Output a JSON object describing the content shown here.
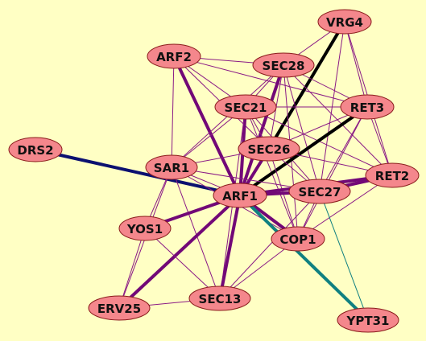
{
  "colors": {
    "background": "#ffffc4",
    "node_fill": "#f4878c",
    "node_stroke": "#8a1b1b",
    "edge_thin": "#8a1a85",
    "edge_thick": "#720877",
    "edge_black": "#000000",
    "edge_navy": "#0b1070",
    "edge_teal": "#108080"
  },
  "nodes": [
    {
      "id": "VRG4",
      "label": "VRG4"
    },
    {
      "id": "ARF2",
      "label": "ARF2"
    },
    {
      "id": "SEC28",
      "label": "SEC28"
    },
    {
      "id": "SEC21",
      "label": "SEC21"
    },
    {
      "id": "RET3",
      "label": "RET3"
    },
    {
      "id": "SEC26",
      "label": "SEC26"
    },
    {
      "id": "DRS2",
      "label": "DRS2"
    },
    {
      "id": "SAR1",
      "label": "SAR1"
    },
    {
      "id": "RET2",
      "label": "RET2"
    },
    {
      "id": "SEC27",
      "label": "SEC27"
    },
    {
      "id": "ARF1",
      "label": "ARF1"
    },
    {
      "id": "YOS1",
      "label": "YOS1"
    },
    {
      "id": "COP1",
      "label": "COP1"
    },
    {
      "id": "SEC13",
      "label": "SEC13"
    },
    {
      "id": "ERV25",
      "label": "ERV25"
    },
    {
      "id": "YPT31",
      "label": "YPT31"
    }
  ],
  "edges": [
    {
      "from": "ARF2",
      "to": "SEC28",
      "style": "thin"
    },
    {
      "from": "ARF2",
      "to": "SEC21",
      "style": "thin"
    },
    {
      "from": "ARF2",
      "to": "SAR1",
      "style": "thin"
    },
    {
      "from": "ARF2",
      "to": "ARF1",
      "style": "thick"
    },
    {
      "from": "ARF2",
      "to": "SEC26",
      "style": "thin"
    },
    {
      "from": "ARF2",
      "to": "RET3",
      "style": "thin"
    },
    {
      "from": "VRG4",
      "to": "SEC28",
      "style": "thin"
    },
    {
      "from": "VRG4",
      "to": "RET3",
      "style": "thin"
    },
    {
      "from": "VRG4",
      "to": "SEC26",
      "style": "black"
    },
    {
      "from": "VRG4",
      "to": "SEC27",
      "style": "thin"
    },
    {
      "from": "VRG4",
      "to": "RET2",
      "style": "thin"
    },
    {
      "from": "SEC28",
      "to": "SEC21",
      "style": "thin"
    },
    {
      "from": "SEC28",
      "to": "RET3",
      "style": "thin"
    },
    {
      "from": "SEC28",
      "to": "SEC26",
      "style": "thin"
    },
    {
      "from": "SEC28",
      "to": "ARF1",
      "style": "thick"
    },
    {
      "from": "SEC28",
      "to": "SEC27",
      "style": "thin"
    },
    {
      "from": "SEC28",
      "to": "RET2",
      "style": "thin"
    },
    {
      "from": "SEC28",
      "to": "SAR1",
      "style": "thin"
    },
    {
      "from": "SEC28",
      "to": "COP1",
      "style": "thin"
    },
    {
      "from": "SEC21",
      "to": "RET3",
      "style": "thin"
    },
    {
      "from": "SEC21",
      "to": "SEC26",
      "style": "thin"
    },
    {
      "from": "SEC21",
      "to": "ARF1",
      "style": "thick"
    },
    {
      "from": "SEC21",
      "to": "SEC27",
      "style": "thin"
    },
    {
      "from": "SEC21",
      "to": "RET2",
      "style": "thin"
    },
    {
      "from": "SEC21",
      "to": "COP1",
      "style": "thin"
    },
    {
      "from": "SEC21",
      "to": "SAR1",
      "style": "thin"
    },
    {
      "from": "SEC21",
      "to": "SEC13",
      "style": "thin"
    },
    {
      "from": "RET3",
      "to": "SEC26",
      "style": "thin"
    },
    {
      "from": "RET3",
      "to": "ARF1",
      "style": "black"
    },
    {
      "from": "RET3",
      "to": "SEC27",
      "style": "thin"
    },
    {
      "from": "RET3",
      "to": "RET2",
      "style": "thin"
    },
    {
      "from": "RET3",
      "to": "COP1",
      "style": "thin"
    },
    {
      "from": "SEC26",
      "to": "ARF1",
      "style": "thick"
    },
    {
      "from": "SEC26",
      "to": "SEC27",
      "style": "thin"
    },
    {
      "from": "SEC26",
      "to": "RET2",
      "style": "thin"
    },
    {
      "from": "SEC26",
      "to": "COP1",
      "style": "thin"
    },
    {
      "from": "SEC26",
      "to": "SAR1",
      "style": "thin"
    },
    {
      "from": "DRS2",
      "to": "ARF1",
      "style": "navy"
    },
    {
      "from": "SAR1",
      "to": "ARF1",
      "style": "thin"
    },
    {
      "from": "SAR1",
      "to": "YOS1",
      "style": "thin"
    },
    {
      "from": "SAR1",
      "to": "SEC13",
      "style": "thin"
    },
    {
      "from": "SAR1",
      "to": "ERV25",
      "style": "thin"
    },
    {
      "from": "SAR1",
      "to": "SEC27",
      "style": "thin"
    },
    {
      "from": "SAR1",
      "to": "COP1",
      "style": "thin"
    },
    {
      "from": "RET2",
      "to": "SEC27",
      "style": "thick"
    },
    {
      "from": "RET2",
      "to": "ARF1",
      "style": "thick"
    },
    {
      "from": "RET2",
      "to": "COP1",
      "style": "thin"
    },
    {
      "from": "SEC27",
      "to": "ARF1",
      "style": "thick"
    },
    {
      "from": "SEC27",
      "to": "COP1",
      "style": "thin"
    },
    {
      "from": "SEC27",
      "to": "YPT31",
      "style": "teal_thin"
    },
    {
      "from": "SEC27",
      "to": "SEC13",
      "style": "thin"
    },
    {
      "from": "ARF1",
      "to": "YOS1",
      "style": "thick"
    },
    {
      "from": "ARF1",
      "to": "COP1",
      "style": "thick"
    },
    {
      "from": "ARF1",
      "to": "SEC13",
      "style": "thick"
    },
    {
      "from": "ARF1",
      "to": "ERV25",
      "style": "thick"
    },
    {
      "from": "ARF1",
      "to": "YPT31",
      "style": "teal"
    },
    {
      "from": "YOS1",
      "to": "ERV25",
      "style": "thin"
    },
    {
      "from": "YOS1",
      "to": "SEC13",
      "style": "thin"
    },
    {
      "from": "COP1",
      "to": "SEC13",
      "style": "thin"
    },
    {
      "from": "ERV25",
      "to": "SEC13",
      "style": "thin"
    }
  ]
}
